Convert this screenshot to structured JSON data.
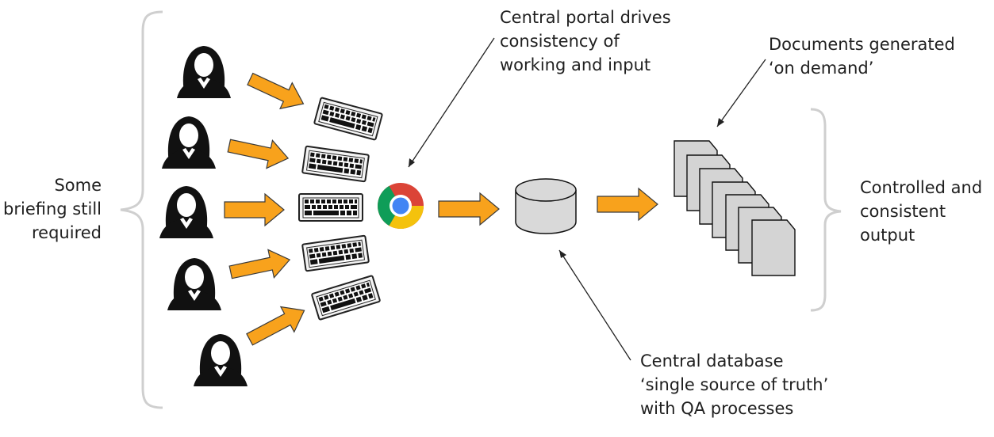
{
  "labels": {
    "briefing": [
      "Some",
      "briefing still",
      "required"
    ],
    "portal": [
      "Central portal drives",
      "consistency of",
      "working and input"
    ],
    "documents": [
      "Documents generated",
      "‘on demand’"
    ],
    "database": [
      "Central database",
      "‘single source of truth’",
      "with QA processes"
    ],
    "output": [
      "Controlled and",
      "consistent",
      "output"
    ]
  },
  "colors": {
    "arrow_fill": "#F8A21C",
    "arrow_stroke": "#3a3a3a",
    "brace": "#cfcfcf",
    "document_fill": "#d4d4d4",
    "database_fill": "#d9d9d9",
    "person": "#111111"
  },
  "icons": {
    "users": [
      "person-icon",
      "person-icon",
      "person-icon",
      "person-icon",
      "person-icon"
    ],
    "keyboards": [
      "keyboard-icon",
      "keyboard-icon",
      "keyboard-icon",
      "keyboard-icon",
      "keyboard-icon"
    ],
    "portal": "chrome-icon",
    "database": "database-icon",
    "documents": "document-stack-icon"
  }
}
